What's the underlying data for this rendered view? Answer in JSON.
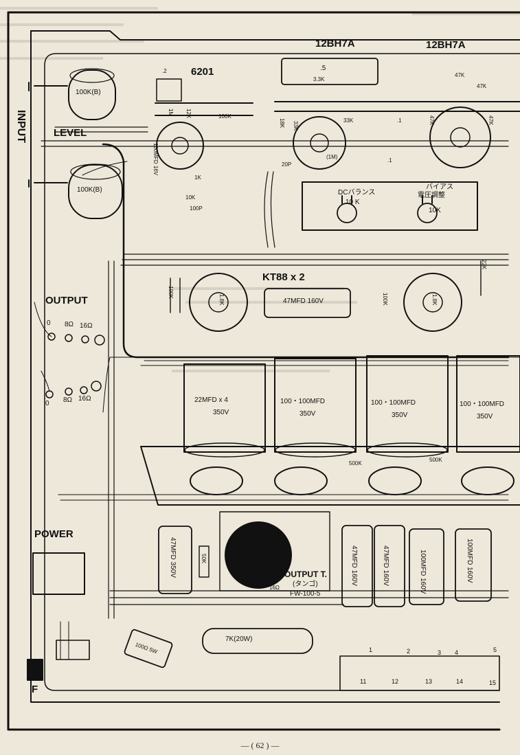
{
  "sections": {
    "input": "INPUT",
    "level": "LEVEL",
    "output": "OUTPUT",
    "power": "POWER",
    "fuse": "F"
  },
  "tubes": {
    "v1": "6201",
    "v2": "12BH7A",
    "v3": "12BH7A",
    "power": "KT88 x 2"
  },
  "pots": {
    "level_top": "100K(B)",
    "level_bottom": "100K(B)",
    "dc_balance": "DCバランス",
    "dc_balance_val": "10 K",
    "bias_line1": "バイアス",
    "bias_line2": "電圧調整",
    "bias_val": "10K"
  },
  "output_taps": {
    "upper": [
      "0",
      "8Ω",
      "16Ω"
    ],
    "lower": [
      "0",
      "8Ω",
      "16Ω"
    ]
  },
  "components": {
    "r_12k": "12K",
    "r_1m": "1M",
    "r_100k_a": "100K",
    "c_100mfd_16v": "100MFD 16V",
    "r_1k": "1K",
    "r_10k": "10K",
    "c_100p": "100P",
    "c_point2": ".2",
    "c_point5": ".5",
    "r_3_3k": "3.3K",
    "r_18k": "18K",
    "r_33k_a": "33K",
    "r_33k_b": "33K",
    "r_1m_b": "(1M)",
    "c_20p": "20P",
    "c_point1_a": ".1",
    "c_point1_b": ".1",
    "r_47k_a": "47K",
    "r_47k_b": "47K",
    "r_47k_c": "47K",
    "r_47k_d": "47K",
    "r_22k": "22K",
    "r_100k_vert": "100K",
    "r_100k_vert2": "100K",
    "r_18k_b": "1.8K",
    "r_18k_c": "1.8K",
    "c_47mfd_160v": "47MFD 160V",
    "c_22mfd": "22MFD x 4",
    "c_22mfd_v": "350V",
    "c_100_100_a": "100・100MFD",
    "c_100_100_a_v": "350V",
    "c_100_100_b": "100・100MFD",
    "c_100_100_b_v": "350V",
    "c_100_100_c": "100・100MFD",
    "c_100_100_c_v": "350V",
    "r_500k_a": "500K",
    "r_500k_b": "500K",
    "c_47mfd_350v": "47MFD 350V",
    "r_50k": "50K",
    "r_7k": "7K(20W)",
    "r_100_5w": "100Ω 5W",
    "c_47mfd_160v_b": "47MFD 160V",
    "c_47mfd_160v_c": "47MFD 160V",
    "c_100mfd_160v_a": "100MFD 160V",
    "c_100mfd_160v_b": "100MFD 160V",
    "out_t_title": "OUTPUT T.",
    "out_t_maker": "(タンゴ)",
    "out_t_model": "FW-100-5",
    "out_t_tap": "16Ω"
  },
  "terminal_strip": {
    "upper": [
      "1",
      "2",
      "3",
      "4",
      "5"
    ],
    "lower": [
      "11",
      "12",
      "13",
      "14",
      "15"
    ]
  },
  "page_number": "— ( 62 ) —"
}
